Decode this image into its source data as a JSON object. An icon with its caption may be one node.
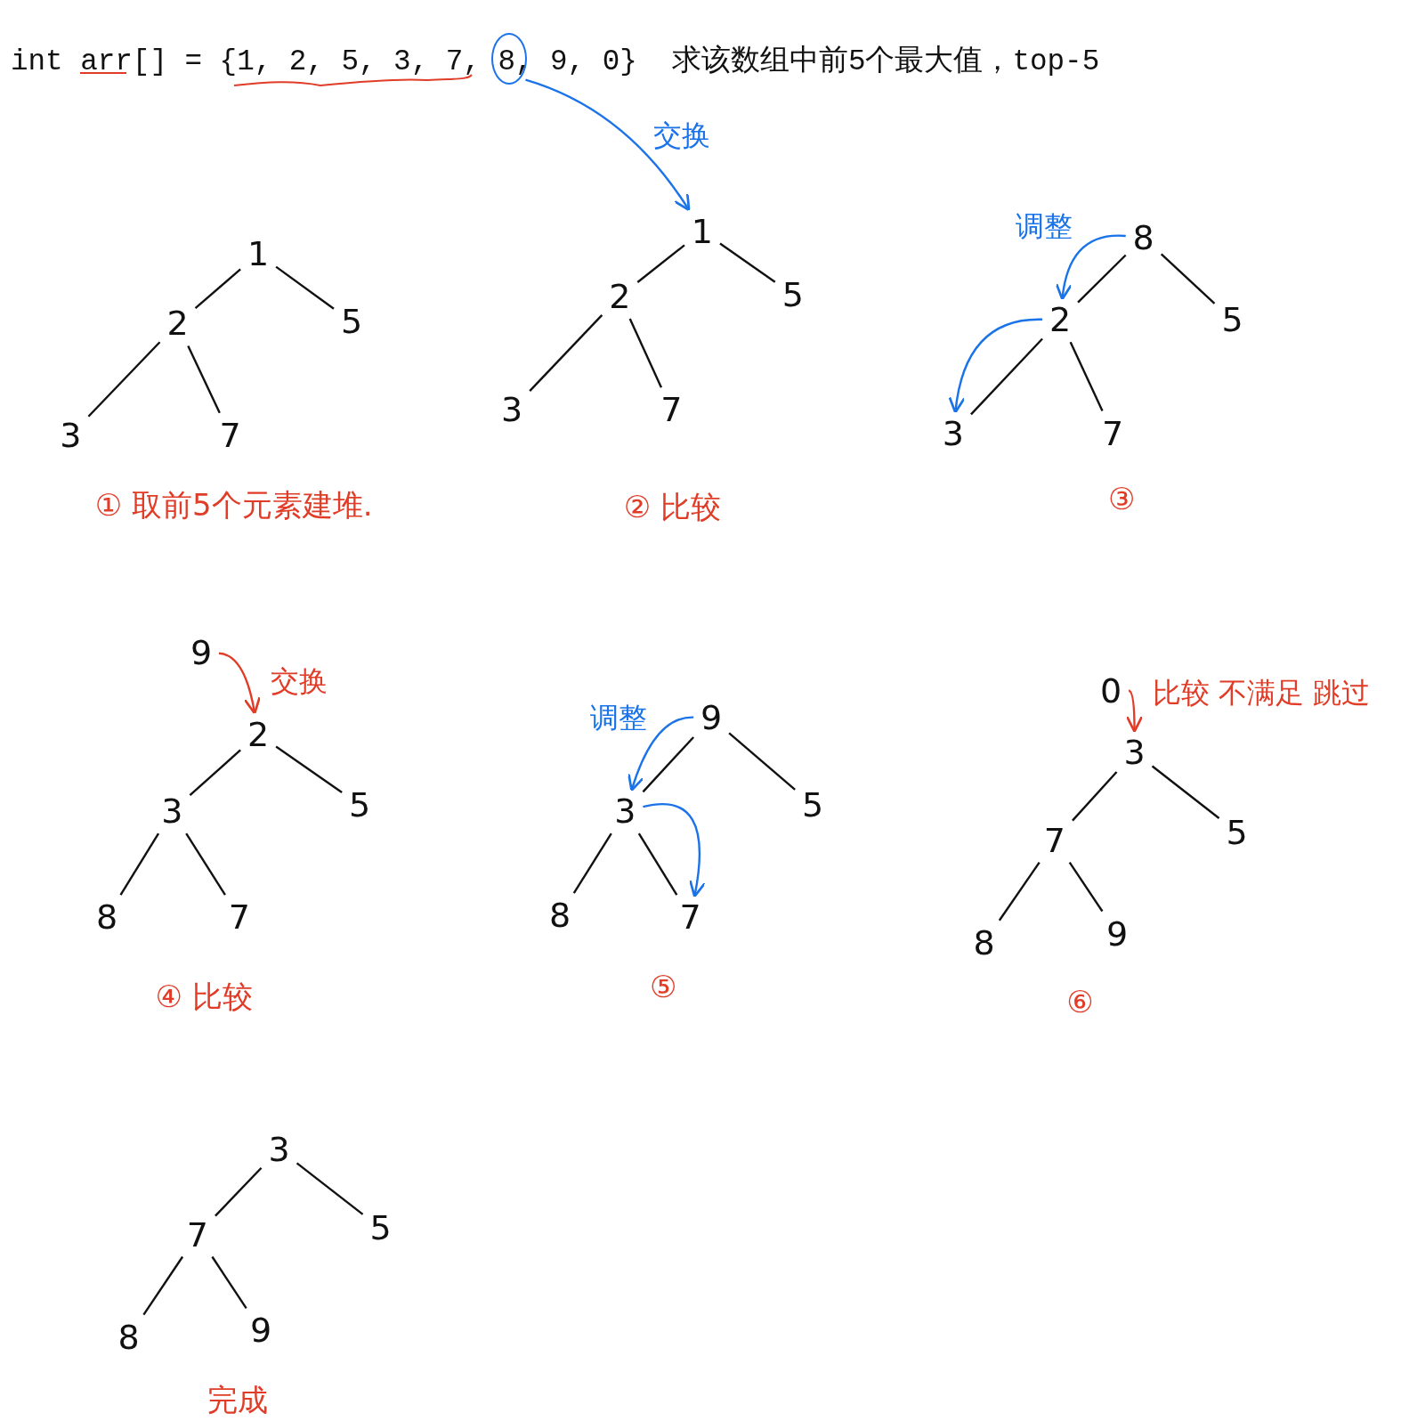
{
  "diagram": {
    "title": "int arr[] = {1, 2, 5, 3, 7, 8, 9, 0}  求该数组中前5个最大值，top-5",
    "nodes": [
      {
        "text": [
          "1"
        ]
      },
      {
        "text": [
          "2"
        ]
      },
      {
        "text": [
          "5"
        ]
      },
      {
        "text": [
          "3"
        ]
      },
      {
        "text": [
          "7"
        ]
      },
      {
        "text": [
          "1"
        ]
      },
      {
        "text": [
          "2"
        ]
      },
      {
        "text": [
          "5"
        ]
      },
      {
        "text": [
          "3"
        ]
      },
      {
        "text": [
          "7"
        ]
      },
      {
        "text": [
          "8"
        ]
      },
      {
        "text": [
          "2"
        ]
      },
      {
        "text": [
          "5"
        ]
      },
      {
        "text": [
          "3"
        ]
      },
      {
        "text": [
          "7"
        ]
      },
      {
        "text": [
          "9"
        ]
      },
      {
        "text": [
          "2"
        ]
      },
      {
        "text": [
          "3"
        ]
      },
      {
        "text": [
          "5"
        ]
      },
      {
        "text": [
          "8"
        ]
      },
      {
        "text": [
          "7"
        ]
      },
      {
        "text": [
          "9"
        ]
      },
      {
        "text": [
          "3"
        ]
      },
      {
        "text": [
          "5"
        ]
      },
      {
        "text": [
          "8"
        ]
      },
      {
        "text": [
          "7"
        ]
      },
      {
        "text": [
          "0"
        ]
      },
      {
        "text": [
          "3"
        ]
      },
      {
        "text": [
          "7"
        ]
      },
      {
        "text": [
          "5"
        ]
      },
      {
        "text": [
          "8"
        ]
      },
      {
        "text": [
          "9"
        ]
      },
      {
        "text": [
          "3"
        ]
      },
      {
        "text": [
          "7"
        ]
      },
      {
        "text": [
          "5"
        ]
      },
      {
        "text": [
          "8"
        ]
      },
      {
        "text": [
          "9"
        ]
      },
      {
        "text": [],
        "shape": "circle"
      }
    ],
    "edges": [
      {
        "from": 0,
        "to": 1,
        "arrow": "none"
      },
      {
        "from": 0,
        "to": 2,
        "arrow": "none"
      },
      {
        "from": 1,
        "to": 3,
        "arrow": "none"
      },
      {
        "from": 1,
        "to": 4,
        "arrow": "none"
      },
      {
        "from": 5,
        "to": 6,
        "arrow": "none"
      },
      {
        "from": 5,
        "to": 7,
        "arrow": "none"
      },
      {
        "from": 6,
        "to": 8,
        "arrow": "none"
      },
      {
        "from": 6,
        "to": 9,
        "arrow": "none"
      },
      {
        "from": 10,
        "to": 11,
        "arrow": "none"
      },
      {
        "from": 10,
        "to": 12,
        "arrow": "none"
      },
      {
        "from": 11,
        "to": 13,
        "arrow": "none"
      },
      {
        "from": 11,
        "to": 14,
        "arrow": "none"
      },
      {
        "from": 16,
        "to": 17,
        "arrow": "none"
      },
      {
        "from": 16,
        "to": 18,
        "arrow": "none"
      },
      {
        "from": 17,
        "to": 19,
        "arrow": "none"
      },
      {
        "from": 17,
        "to": 20,
        "arrow": "none"
      },
      {
        "from": 21,
        "to": 22,
        "arrow": "none"
      },
      {
        "from": 21,
        "to": 23,
        "arrow": "none"
      },
      {
        "from": 22,
        "to": 24,
        "arrow": "none"
      },
      {
        "from": 22,
        "to": 25,
        "arrow": "none"
      },
      {
        "from": 27,
        "to": 28,
        "arrow": "none"
      },
      {
        "from": 27,
        "to": 29,
        "arrow": "none"
      },
      {
        "from": 28,
        "to": 30,
        "arrow": "none"
      },
      {
        "from": 28,
        "to": 31,
        "arrow": "none"
      },
      {
        "from": 32,
        "to": 33,
        "arrow": "none"
      },
      {
        "from": 32,
        "to": 34,
        "arrow": "none"
      },
      {
        "from": 33,
        "to": 35,
        "arrow": "none"
      },
      {
        "from": 33,
        "to": 36,
        "arrow": "none"
      },
      {
        "from": 37,
        "to": 5,
        "arrow": "to",
        "label": "交换",
        "color": "#1a73e8"
      },
      {
        "from": 10,
        "to": 11,
        "arrow": "to",
        "label": "调整",
        "color": "#1a73e8"
      },
      {
        "from": 11,
        "to": 13,
        "arrow": "to",
        "color": "#1a73e8"
      },
      {
        "from": 15,
        "to": 16,
        "arrow": "to",
        "label": "交换",
        "color": "#e03c28"
      },
      {
        "from": 21,
        "to": 22,
        "arrow": "to",
        "label": "调整",
        "color": "#1a73e8"
      },
      {
        "from": 22,
        "to": 25,
        "arrow": "to",
        "color": "#1a73e8"
      },
      {
        "from": 26,
        "to": 27,
        "arrow": "to",
        "label": "比较 不满足 跳过",
        "color": "#e03c28"
      }
    ],
    "labels": [
      "① 取前5个元素建堆.",
      "② 比较",
      "③",
      "④ 比较",
      "⑤",
      "⑥",
      "完成"
    ]
  }
}
